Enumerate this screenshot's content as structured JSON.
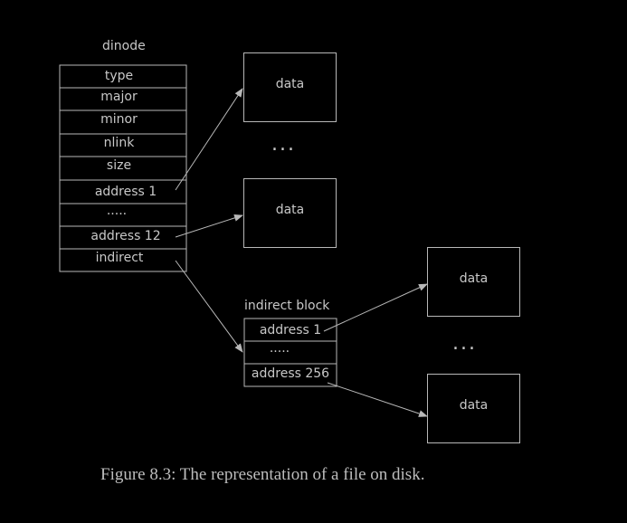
{
  "dinode": {
    "title": "dinode",
    "fields": [
      "type",
      "major",
      "minor",
      "nlink",
      "size",
      "address 1",
      ".....",
      "address 12",
      "indirect"
    ]
  },
  "indirect_block": {
    "title": "indirect block",
    "fields": [
      "address 1",
      ".....",
      "address 256"
    ]
  },
  "data_blocks": {
    "label": "data",
    "ellipsis": "..."
  },
  "caption": "Figure 8.3: The representation of a file on disk."
}
